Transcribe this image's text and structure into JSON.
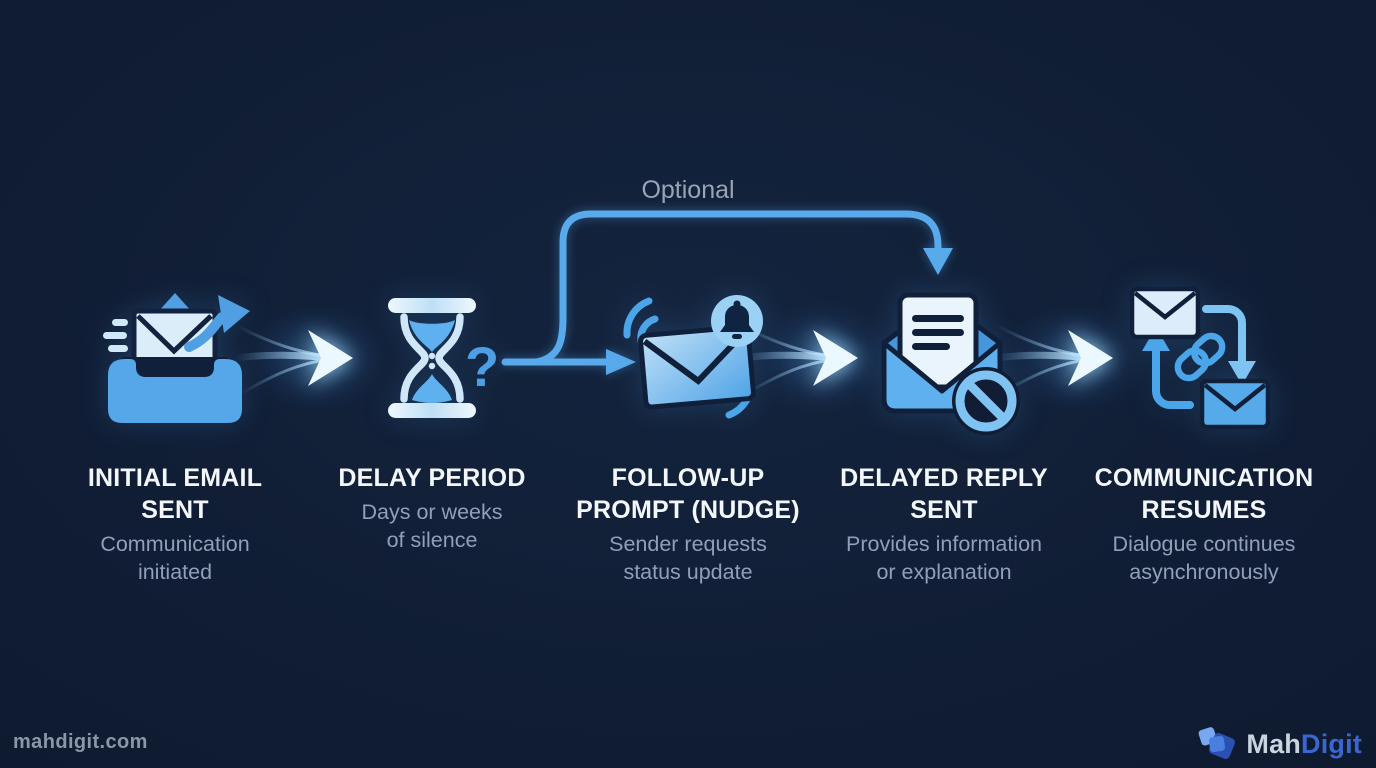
{
  "diagram": {
    "optional_label": "Optional",
    "stages": [
      {
        "icon": "inbox-email-sent-icon",
        "title": "INITIAL EMAIL\nSENT",
        "subtitle": "Communication\ninitiated"
      },
      {
        "icon": "hourglass-delay-icon",
        "title": "DELAY PERIOD",
        "subtitle": "Days or weeks\nof silence",
        "question_mark": "?"
      },
      {
        "icon": "envelope-bell-nudge-icon",
        "title": "FOLLOW-UP\nPROMPT (NUDGE)",
        "subtitle": "Sender requests\nstatus update"
      },
      {
        "icon": "envelope-blocked-reply-icon",
        "title": "DELAYED REPLY\nSENT",
        "subtitle": "Provides information\nor explanation"
      },
      {
        "icon": "envelope-exchange-icon",
        "title": "COMMUNICATION\nRESUMES",
        "subtitle": "Dialogue continues\nasynchronously"
      }
    ]
  },
  "footer": {
    "watermark": "mahdigit.com",
    "brand_prefix": "Mah",
    "brand_suffix": "Digit"
  },
  "colors": {
    "background": "#101d34",
    "accent_bright_blue": "#4fa7ea",
    "accent_mid_blue": "#5fb0ee",
    "accent_light_blue": "#cfe8fa",
    "paper_white": "#e9f4fc",
    "navy_detail": "#10203a",
    "title_text": "#f3f6fa",
    "subtitle_text": "#8fa0b8",
    "optional_text": "#99a5b6",
    "watermark_text": "#8b96a8",
    "brand_blue": "#3a66cf"
  }
}
